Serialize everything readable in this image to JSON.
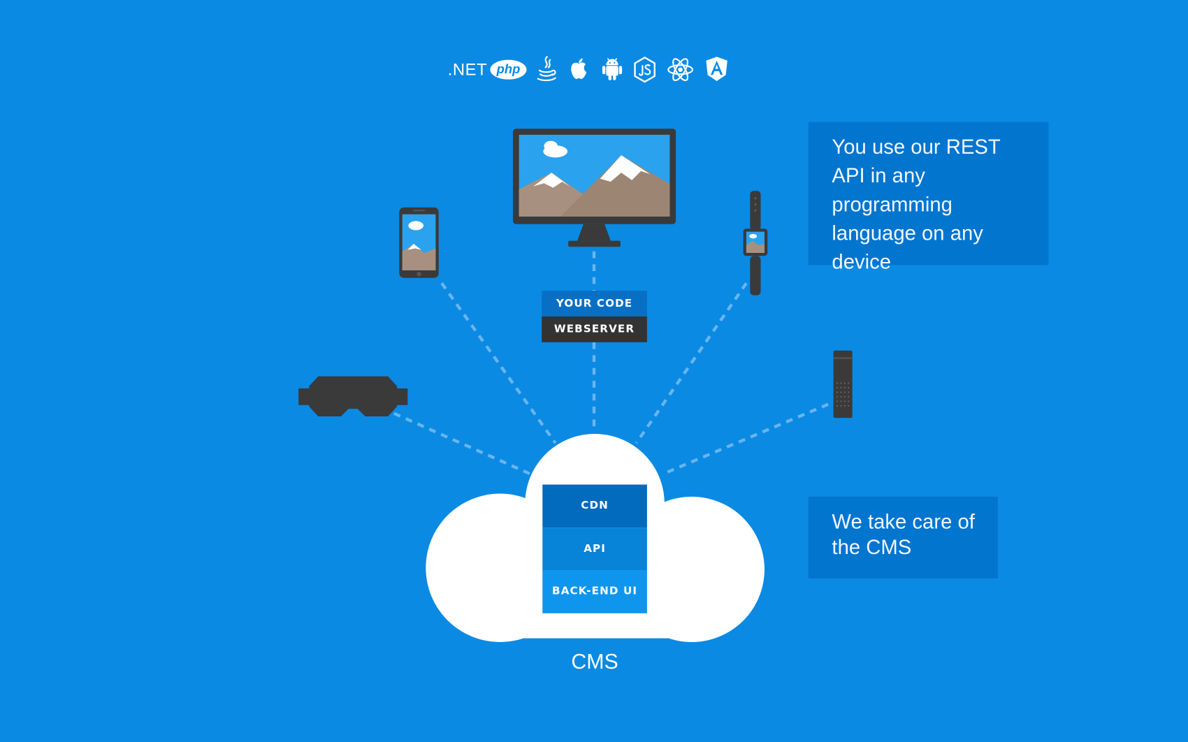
{
  "tech_logos": {
    "dotnet_label": ".NET",
    "php_label": "php",
    "items": [
      "dotnet-logo",
      "php-logo",
      "java-icon",
      "apple-icon",
      "android-icon",
      "nodejs-icon",
      "react-icon",
      "angular-icon"
    ]
  },
  "devices": [
    "phone-icon",
    "desktop-monitor-icon",
    "smartwatch-icon",
    "vr-headset-icon",
    "streaming-stick-icon"
  ],
  "your_code_stack": {
    "top_label": "YOUR CODE",
    "bottom_label": "WEBSERVER"
  },
  "cms_stack": {
    "layers": [
      "CDN",
      "API",
      "BACK-END UI"
    ],
    "caption": "CMS"
  },
  "panels": {
    "rest_api_text": "You use our REST API in any programming language on any device",
    "cms_care_text": "We take care of the CMS"
  },
  "colors": {
    "background": "#0a8ae3",
    "panel": "#0275cf",
    "cdn_layer": "#036bbd",
    "api_layer": "#0783d8",
    "backend_layer": "#0e96ee",
    "your_code": "#0870c4",
    "webserver": "#333333",
    "device_body": "#3a3a3a",
    "connector": "#69b5f1"
  }
}
